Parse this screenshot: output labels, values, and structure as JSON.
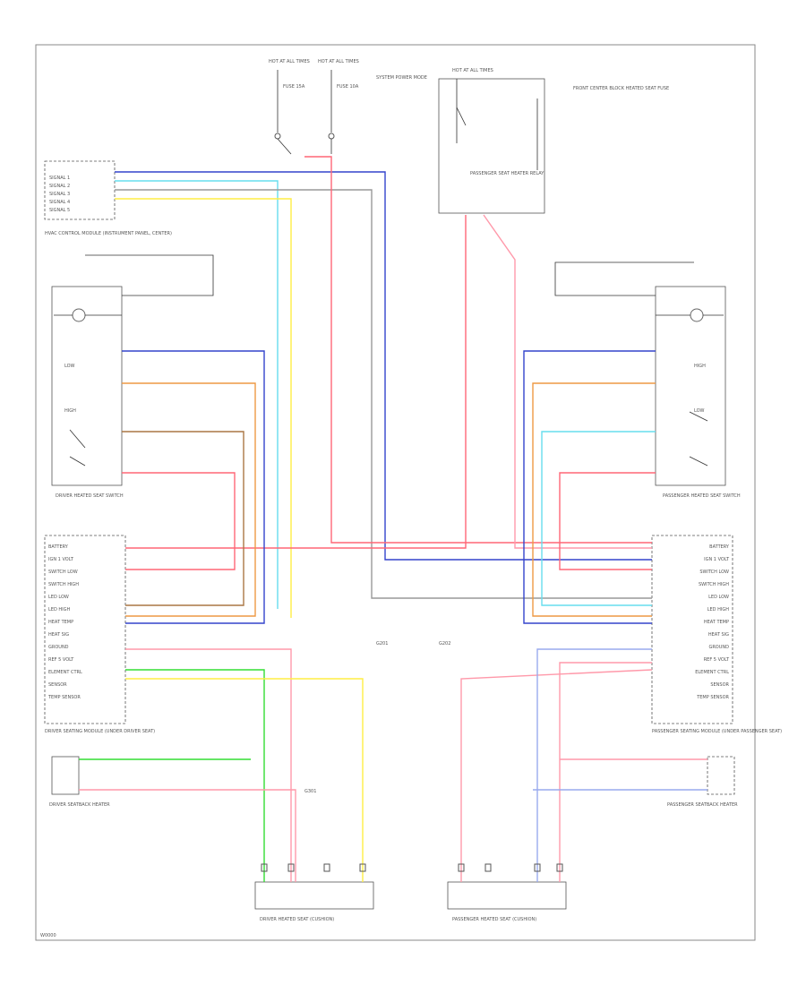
{
  "diagram": {
    "hot_at_left": "HOT AT ALL TIMES",
    "hot_at_right": "HOT AT ALL TIMES",
    "fuse_labels": [
      "FUSE 15A",
      "FUSE 10A"
    ],
    "hvac_module_label": "HVAC CONTROL MODULE (INSTRUMENT PANEL, CENTER)",
    "hvac_pins": [
      "SIGNAL 1",
      "SIGNAL 2",
      "SIGNAL 3",
      "SIGNAL 4",
      "SIGNAL 5"
    ],
    "relay_label": "PASSENGER SEAT HEATER RELAY",
    "right_fuse_label": "FRONT CENTER BLOCK HEATED SEAT FUSE",
    "left_switch_label": "DRIVER HEATED SEAT SWITCH",
    "right_switch_label": "PASSENGER HEATED SEAT SWITCH",
    "left_module_label": "DRIVER SEATING MODULE (UNDER DRIVER SEAT)",
    "right_module_label": "PASSENGER SEATING MODULE (UNDER PASSENGER SEAT)",
    "module_pins_left": [
      "BATTERY",
      "IGN 1 VOLT",
      "SWITCH LOW",
      "SWITCH HIGH",
      "LED LOW",
      "LED HIGH",
      "HEAT TEMP",
      "HEAT SIG",
      "GROUND",
      "REF 5 VOLT",
      "ELEMENT CTRL",
      "SENSOR",
      "TEMP SENSOR"
    ],
    "module_pins_right": [
      "BATTERY",
      "IGN 1 VOLT",
      "SWITCH LOW",
      "SWITCH HIGH",
      "LED LOW",
      "LED HIGH",
      "HEAT TEMP",
      "HEAT SIG",
      "GROUND",
      "REF 5 VOLT",
      "ELEMENT CTRL",
      "SENSOR",
      "TEMP SENSOR"
    ],
    "left_sensor_label": "DRIVER SEATBACK HEATER",
    "right_sensor_label": "PASSENGER SEATBACK HEATER",
    "left_heater_label": "DRIVER HEATED SEAT (CUSHION)",
    "right_heater_label": "PASSENGER HEATED SEAT (CUSHION)",
    "left_elements": [
      "LOW",
      "HIGH"
    ],
    "right_elements": [
      "HIGH",
      "LOW"
    ],
    "ground_notes": [
      "G201",
      "G202",
      "G301"
    ],
    "footer_code": "W0000"
  },
  "colors": {
    "red": "#ff6677",
    "pink": "#ff99aa",
    "blue": "#3344cc",
    "lightblue": "#99aaee",
    "yellow": "#ffee44",
    "orange": "#ee9944",
    "brown": "#aa7744",
    "green": "#33dd33",
    "cyan": "#66ddee",
    "grey": "#999999",
    "black": "#333333"
  }
}
